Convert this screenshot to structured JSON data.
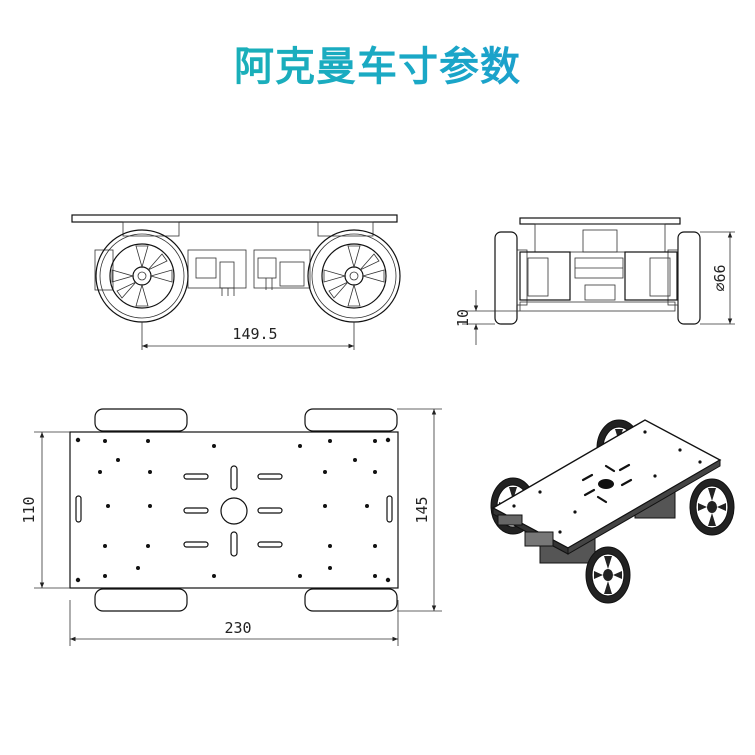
{
  "title": "阿克曼车寸参数",
  "side_view": {
    "wheelbase": "149.5"
  },
  "front_view": {
    "wheel_diameter": "∅66",
    "ground_clearance": "10"
  },
  "top_view": {
    "inner_width": "110",
    "outer_width": "145",
    "length": "230"
  },
  "colors": {
    "title_gradient_start": "#19b9a8",
    "title_gradient_end": "#1e8fd8",
    "line": "#111111"
  }
}
